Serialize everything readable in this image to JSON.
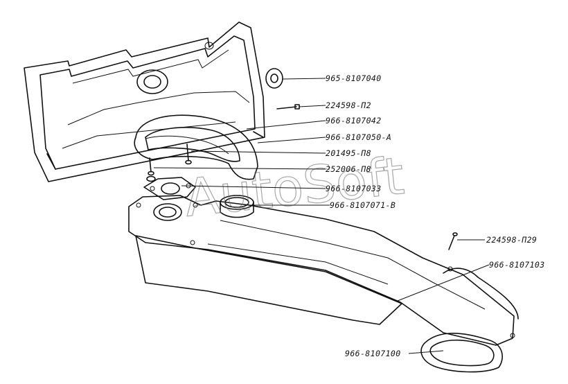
{
  "diagram": {
    "watermark": "AutoSoft",
    "parts": [
      {
        "id": "p1",
        "label": "965-8107040"
      },
      {
        "id": "p2",
        "label": "224598-П2"
      },
      {
        "id": "p3",
        "label": "966-8107042"
      },
      {
        "id": "p4",
        "label": "966-8107050-А"
      },
      {
        "id": "p5",
        "label": "201495-П8"
      },
      {
        "id": "p6",
        "label": "252006-П8"
      },
      {
        "id": "p7",
        "label": "966-8107033"
      },
      {
        "id": "p8",
        "label": "966-8107071-В"
      },
      {
        "id": "p9",
        "label": "224598-П29"
      },
      {
        "id": "p10",
        "label": "966-8107103"
      },
      {
        "id": "p11",
        "label": "966-8107100"
      }
    ]
  }
}
